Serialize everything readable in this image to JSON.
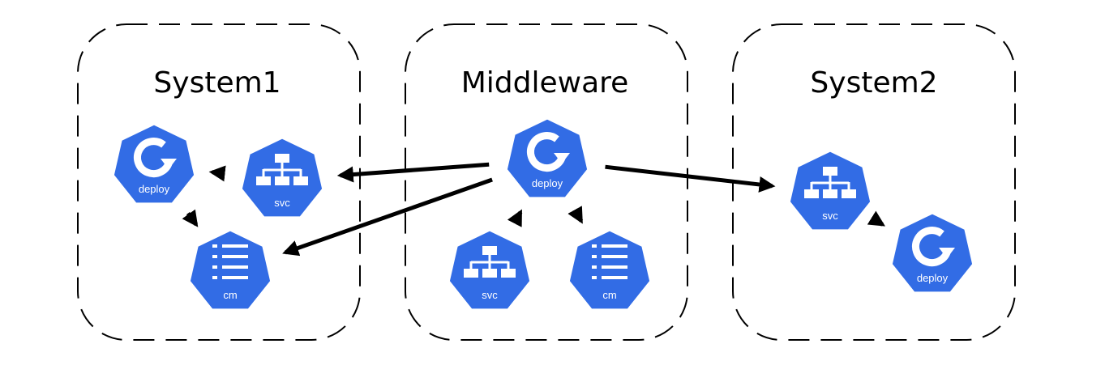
{
  "colors": {
    "node_fill": "#326ce5",
    "node_stroke": "#ffffff",
    "icon": "#ffffff",
    "arrow": "#000000",
    "boundary": "#000000"
  },
  "groups": {
    "system1": {
      "title": "System1"
    },
    "middleware": {
      "title": "Middleware"
    },
    "system2": {
      "title": "System2"
    }
  },
  "nodes": {
    "s1_deploy": {
      "label": "deploy",
      "icon": "deploy-icon"
    },
    "s1_svc": {
      "label": "svc",
      "icon": "svc-icon"
    },
    "s1_cm": {
      "label": "cm",
      "icon": "cm-icon"
    },
    "mw_deploy": {
      "label": "deploy",
      "icon": "deploy-icon"
    },
    "mw_svc": {
      "label": "svc",
      "icon": "svc-icon"
    },
    "mw_cm": {
      "label": "cm",
      "icon": "cm-icon"
    },
    "s2_svc": {
      "label": "svc",
      "icon": "svc-icon"
    },
    "s2_deploy": {
      "label": "deploy",
      "icon": "deploy-icon"
    }
  },
  "edges": [
    {
      "from": "s1_svc",
      "to": "s1_deploy"
    },
    {
      "from": "s1_deploy",
      "to": "s1_cm"
    },
    {
      "from": "mw_deploy",
      "to": "s1_svc"
    },
    {
      "from": "mw_deploy",
      "to": "s1_cm"
    },
    {
      "from": "mw_svc",
      "to": "mw_deploy"
    },
    {
      "from": "mw_deploy",
      "to": "mw_cm"
    },
    {
      "from": "mw_deploy",
      "to": "s2_svc"
    },
    {
      "from": "s2_svc",
      "to": "s2_deploy"
    }
  ]
}
